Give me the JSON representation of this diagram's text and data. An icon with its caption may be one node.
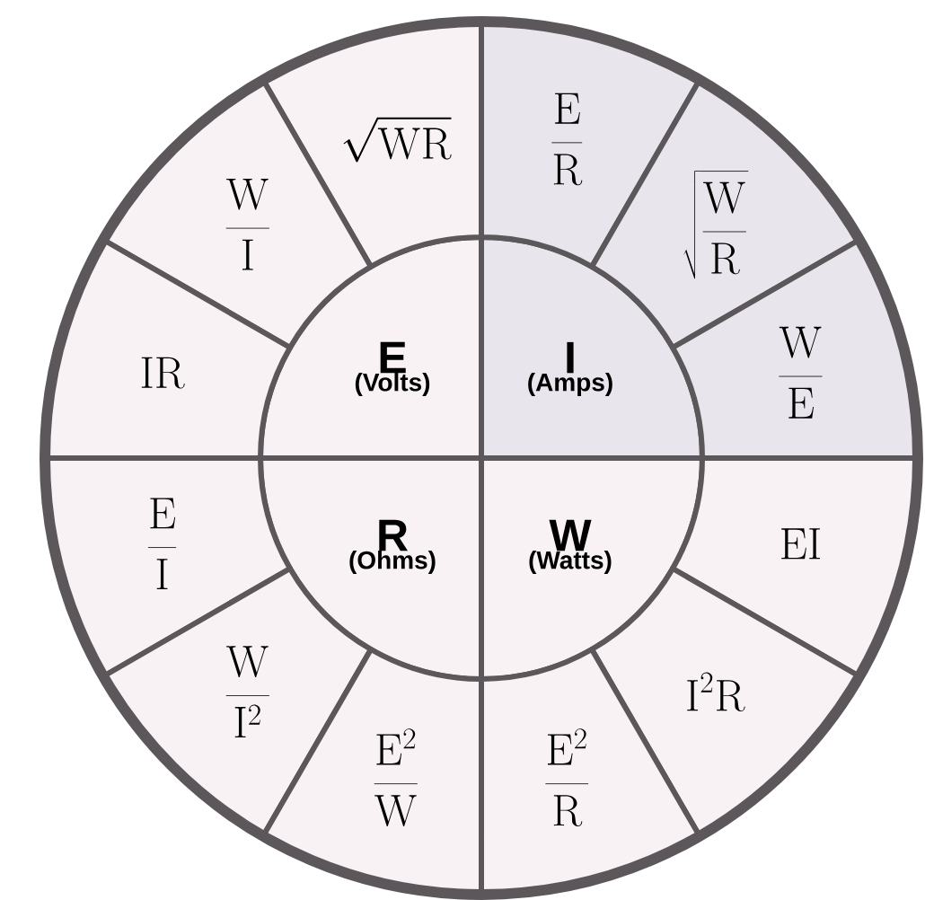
{
  "diagram": {
    "nodes": [
      {
        "text": [
          "E",
          "(Volts)"
        ]
      },
      {
        "text": [
          "I",
          "(Amps)"
        ]
      },
      {
        "text": [
          "R",
          "(Ohms)"
        ]
      },
      {
        "text": [
          "W",
          "(Watts)"
        ]
      },
      {
        "text": [
          "\\sqrt{WR}"
        ]
      },
      {
        "text": [
          "\\frac{E}{R}"
        ]
      },
      {
        "text": [
          "\\frac{W}{I}"
        ]
      },
      {
        "text": [
          "\\sqrt{\\frac{W}{R}}"
        ]
      },
      {
        "text": [
          "IR"
        ]
      },
      {
        "text": [
          "\\frac{W}{E}"
        ]
      },
      {
        "text": [
          "\\frac{E}{I}"
        ]
      },
      {
        "text": [
          "EI"
        ]
      },
      {
        "text": [
          "\\frac{W}{I^{2}}"
        ]
      },
      {
        "text": [
          "I^{2}R"
        ]
      },
      {
        "text": [
          "\\frac{E^{2}}{W}"
        ]
      },
      {
        "text": [
          "\\frac{E^{2}}{R}"
        ]
      }
    ]
  }
}
